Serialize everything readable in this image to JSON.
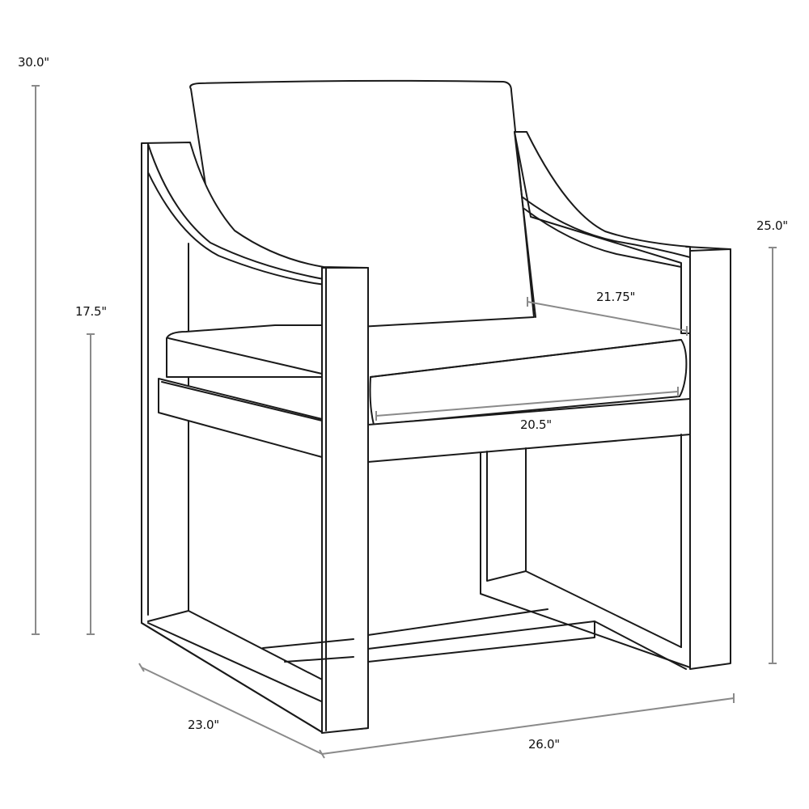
{
  "diagram": {
    "subject": "Armchair line drawing with dimensions",
    "line_color": "#1a1a1a",
    "dimension_line_color": "#8a8a8a",
    "background": "#ffffff"
  },
  "dimensions": {
    "overall_height": {
      "label": "30.0\"",
      "value": 30.0,
      "unit": "in"
    },
    "seat_height": {
      "label": "17.5\"",
      "value": 17.5,
      "unit": "in"
    },
    "arm_height": {
      "label": "25.0\"",
      "value": 25.0,
      "unit": "in"
    },
    "seat_depth": {
      "label": "21.75\"",
      "value": 21.75,
      "unit": "in"
    },
    "seat_width": {
      "label": "20.5\"",
      "value": 20.5,
      "unit": "in"
    },
    "overall_depth": {
      "label": "23.0\"",
      "value": 23.0,
      "unit": "in"
    },
    "overall_width": {
      "label": "26.0\"",
      "value": 26.0,
      "unit": "in"
    }
  }
}
